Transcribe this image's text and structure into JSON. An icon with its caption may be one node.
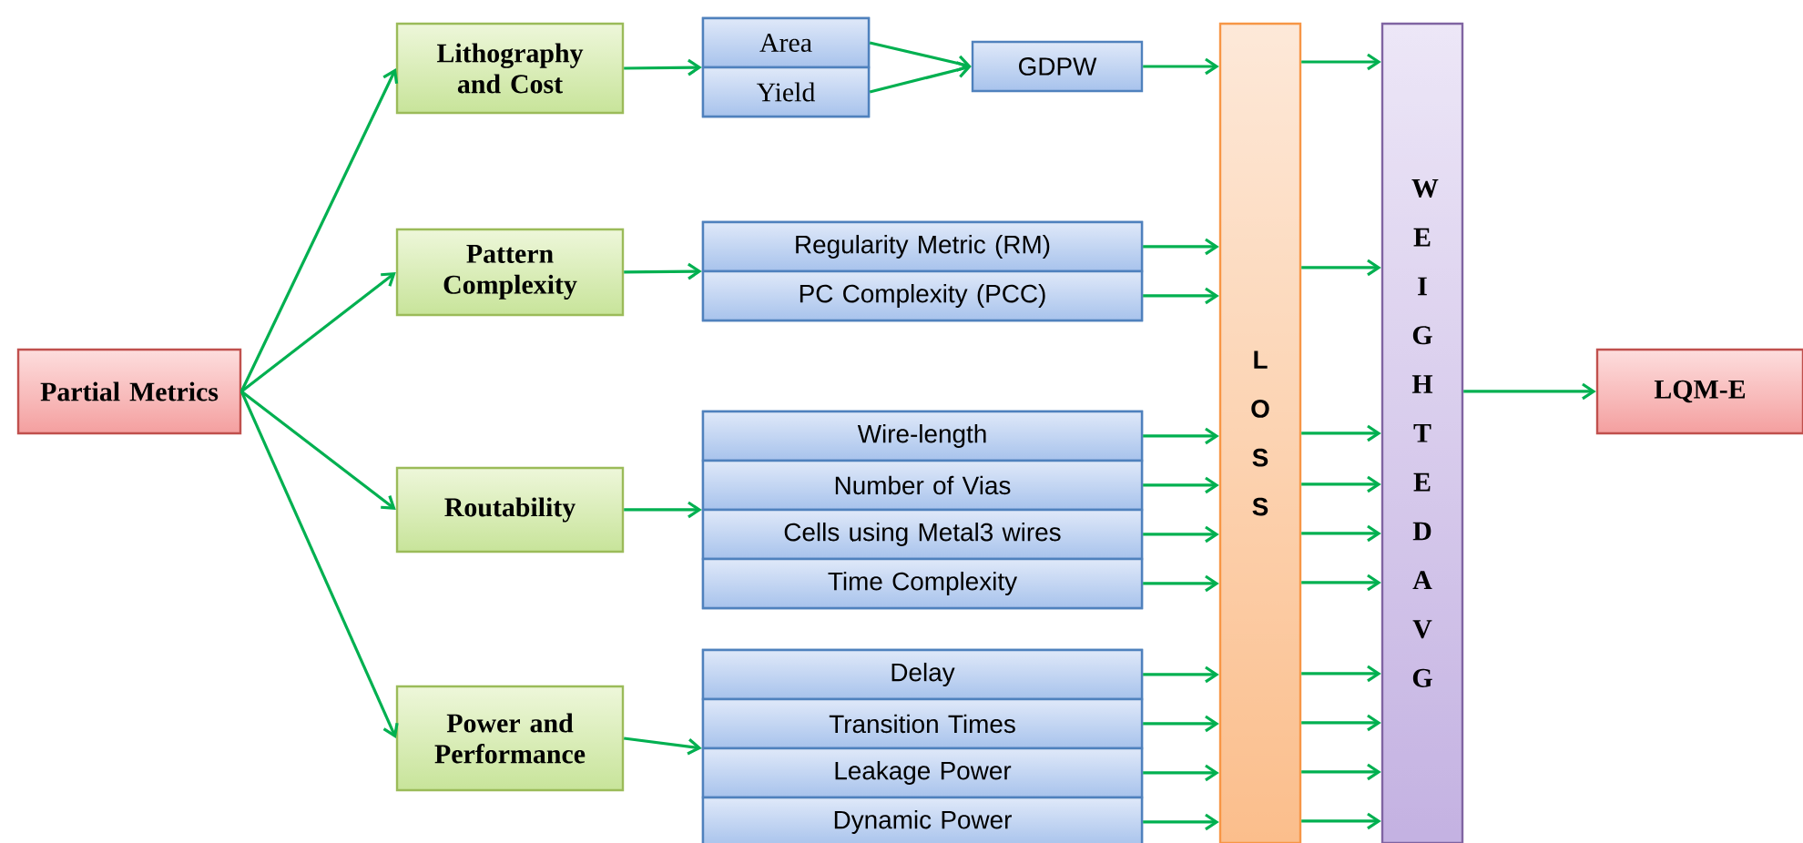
{
  "diagram": {
    "nodes": [
      {
        "text": [
          "Partial Metrics"
        ]
      },
      {
        "text": [
          "Lithography and Cost"
        ]
      },
      {
        "text": [
          "Pattern Complexity"
        ]
      },
      {
        "text": [
          "Routability"
        ]
      },
      {
        "text": [
          "Power and Performance"
        ]
      },
      {
        "text": [],
        "shape": "box"
      },
      {
        "text": [
          "Area"
        ],
        "in": 5
      },
      {
        "text": [
          "Yield"
        ],
        "in": 5
      },
      {
        "text": [
          "GDPW"
        ]
      },
      {
        "text": [],
        "shape": "box"
      },
      {
        "text": [
          "Regularity Metric (RM)"
        ],
        "in": 9
      },
      {
        "text": [
          "PC Complexity (PCC)"
        ],
        "in": 9
      },
      {
        "text": [],
        "shape": "box"
      },
      {
        "text": [
          "Wire-length"
        ],
        "in": 12
      },
      {
        "text": [
          "Number of Vias"
        ],
        "in": 12
      },
      {
        "text": [
          "Cells using Metal3 wires"
        ],
        "in": 12
      },
      {
        "text": [
          "Time Complexity"
        ],
        "in": 12
      },
      {
        "text": [],
        "shape": "box"
      },
      {
        "text": [
          "Delay"
        ],
        "in": 17
      },
      {
        "text": [
          "Transition Times"
        ],
        "in": 17
      },
      {
        "text": [
          "Leakage Power"
        ],
        "in": 17
      },
      {
        "text": [
          "Dynamic Power"
        ],
        "in": 17
      },
      {
        "text": [
          "L O S S"
        ]
      },
      {
        "text": [
          "W E I G H T E D A V G"
        ]
      },
      {
        "text": [
          "LQM-E"
        ]
      }
    ],
    "edges": [
      {
        "from": 0,
        "to": 1,
        "arrow": "to"
      },
      {
        "from": 0,
        "to": 2,
        "arrow": "to"
      },
      {
        "from": 0,
        "to": 3,
        "arrow": "to"
      },
      {
        "from": 0,
        "to": 4,
        "arrow": "to"
      },
      {
        "from": 1,
        "to": 5,
        "arrow": "to"
      },
      {
        "from": 2,
        "to": 9,
        "arrow": "to"
      },
      {
        "from": 3,
        "to": 12,
        "arrow": "to"
      },
      {
        "from": 4,
        "to": 17,
        "arrow": "to"
      },
      {
        "from": 6,
        "to": 8,
        "arrow": "to"
      },
      {
        "from": 7,
        "to": 8,
        "arrow": "to"
      },
      {
        "from": 8,
        "to": 22,
        "arrow": "to"
      },
      {
        "from": 10,
        "to": 22,
        "arrow": "to"
      },
      {
        "from": 11,
        "to": 22,
        "arrow": "to"
      },
      {
        "from": 13,
        "to": 22,
        "arrow": "to"
      },
      {
        "from": 14,
        "to": 22,
        "arrow": "to"
      },
      {
        "from": 15,
        "to": 22,
        "arrow": "to"
      },
      {
        "from": 16,
        "to": 22,
        "arrow": "to"
      },
      {
        "from": 18,
        "to": 22,
        "arrow": "to"
      },
      {
        "from": 19,
        "to": 22,
        "arrow": "to"
      },
      {
        "from": 20,
        "to": 22,
        "arrow": "to"
      },
      {
        "from": 21,
        "to": 22,
        "arrow": "to"
      },
      {
        "from": 22,
        "to": 23,
        "arrow": "to"
      },
      {
        "from": 22,
        "to": 23,
        "arrow": "to"
      },
      {
        "from": 22,
        "to": 23,
        "arrow": "to"
      },
      {
        "from": 22,
        "to": 23,
        "arrow": "to"
      },
      {
        "from": 22,
        "to": 23,
        "arrow": "to"
      },
      {
        "from": 22,
        "to": 23,
        "arrow": "to"
      },
      {
        "from": 22,
        "to": 23,
        "arrow": "to"
      },
      {
        "from": 22,
        "to": 23,
        "arrow": "to"
      },
      {
        "from": 22,
        "to": 23,
        "arrow": "to"
      },
      {
        "from": 22,
        "to": 23,
        "arrow": "to"
      },
      {
        "from": 23,
        "to": 24,
        "arrow": "to"
      }
    ]
  }
}
